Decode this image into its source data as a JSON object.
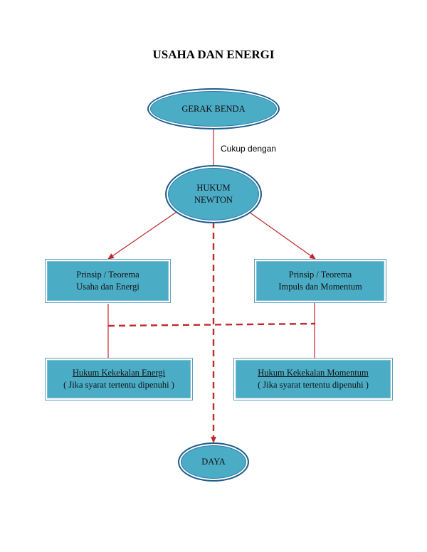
{
  "title": "USAHA DAN ENERGI",
  "nodes": {
    "gerak": {
      "line1": "GERAK BENDA"
    },
    "hukum": {
      "line1": "HUKUM",
      "line2": "NEWTON"
    },
    "usaha": {
      "line1": "Prinsip / Teorema",
      "line2": "Usaha dan Energi"
    },
    "impuls": {
      "line1": "Prinsip / Teorema",
      "line2": "Impuls dan Momentum"
    },
    "kekal_energi": {
      "line1": "Hukum Kekekalan Energi",
      "line2": "( Jika syarat tertentu dipenuhi )"
    },
    "kekal_momentum": {
      "line1": "Hukum Kekekalan Momentum",
      "line2": "( Jika syarat tertentu dipenuhi )"
    },
    "daya": {
      "line1": "DAYA"
    }
  },
  "edge_label": "Cukup dengan",
  "colors": {
    "node_fill": "#4bacc6",
    "ellipse_border": "#1f5e8a",
    "connector": "#c0282d"
  }
}
